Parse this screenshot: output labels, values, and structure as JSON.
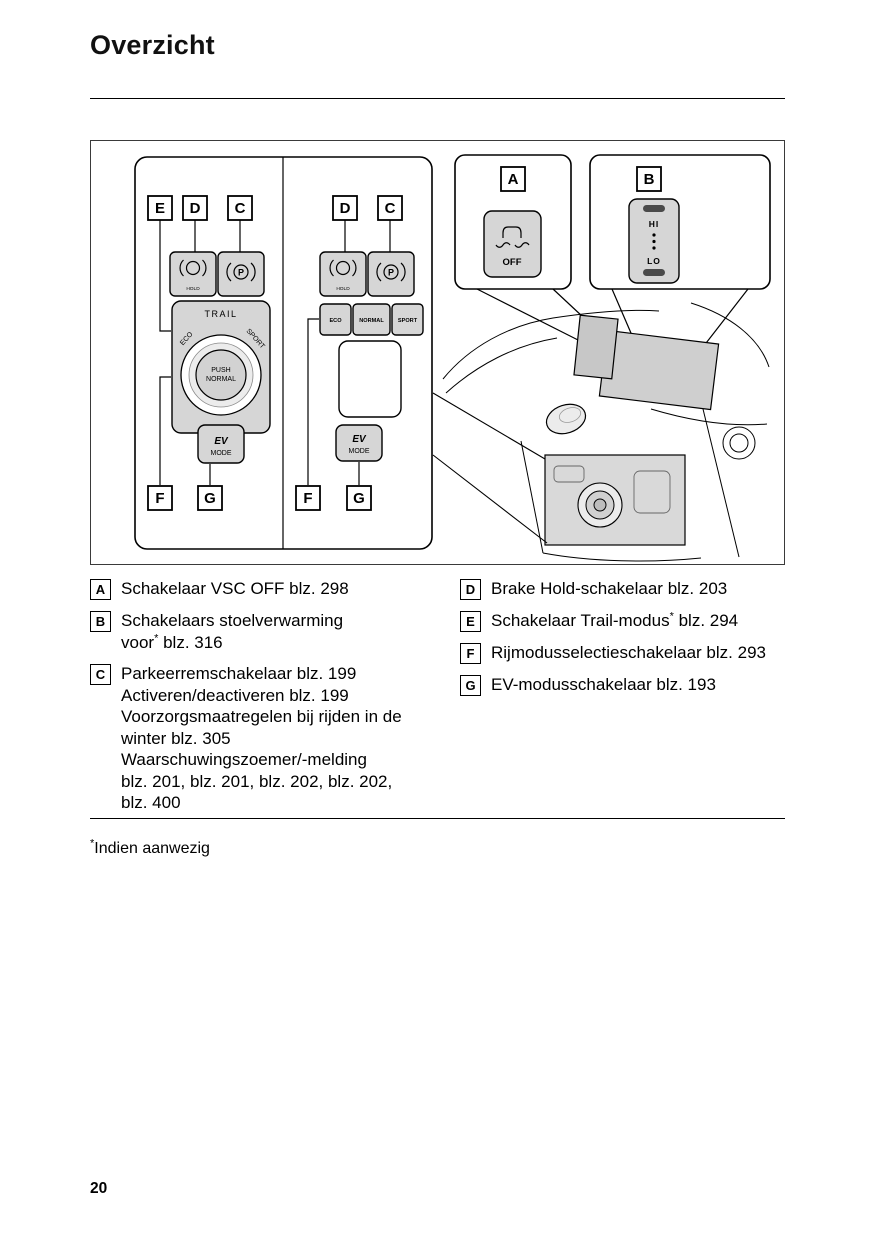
{
  "page": {
    "title": "Overzicht",
    "number": "20"
  },
  "colors": {
    "line": "#000000",
    "button_fill": "#d6d6d6",
    "callout_fill": "#cfcfcf"
  },
  "diagram": {
    "label_a": "A",
    "label_b": "B",
    "label_c": "C",
    "label_d": "D",
    "label_e": "E",
    "label_f": "F",
    "label_g": "G",
    "trail": "TRAIL",
    "eco": "ECO",
    "sport": "SPORT",
    "push": "PUSH",
    "normal": "NORMAL",
    "ev": "EV",
    "mode": "MODE",
    "hold": "HOLD",
    "p": "P",
    "eco_btn": "ECO",
    "normal_btn": "NORMAL",
    "sport_btn": "SPORT",
    "off": "OFF",
    "hi": "HI",
    "lo": "LO"
  },
  "legend": {
    "a": {
      "label": "A",
      "text": "Schakelaar VSC OFF blz. 298"
    },
    "b": {
      "label": "B",
      "line1": "Schakelaars stoelverwarming",
      "line2_pre": "voor",
      "line2_sup": "*",
      "line2_post": " blz. 316"
    },
    "c": {
      "label": "C",
      "lines": [
        "Parkeerremschakelaar blz. 199",
        "Activeren/deactiveren blz. 199",
        "Voorzorgsmaatregelen bij rijden in de",
        "winter blz. 305",
        "Waarschuwingszoemer/-melding",
        "blz. 201, blz. 201, blz. 202, blz. 202,",
        "blz. 400"
      ]
    },
    "d": {
      "label": "D",
      "text": "Brake Hold-schakelaar blz. 203"
    },
    "e": {
      "label": "E",
      "pre": "Schakelaar Trail-modus",
      "sup": "*",
      "post": " blz. 294"
    },
    "f": {
      "label": "F",
      "text": "Rijmodusselectieschakelaar blz. 293"
    },
    "g": {
      "label": "G",
      "text": "EV-modusschakelaar blz. 193"
    }
  },
  "footnote": {
    "sup": "*",
    "text": "Indien aanwezig"
  }
}
